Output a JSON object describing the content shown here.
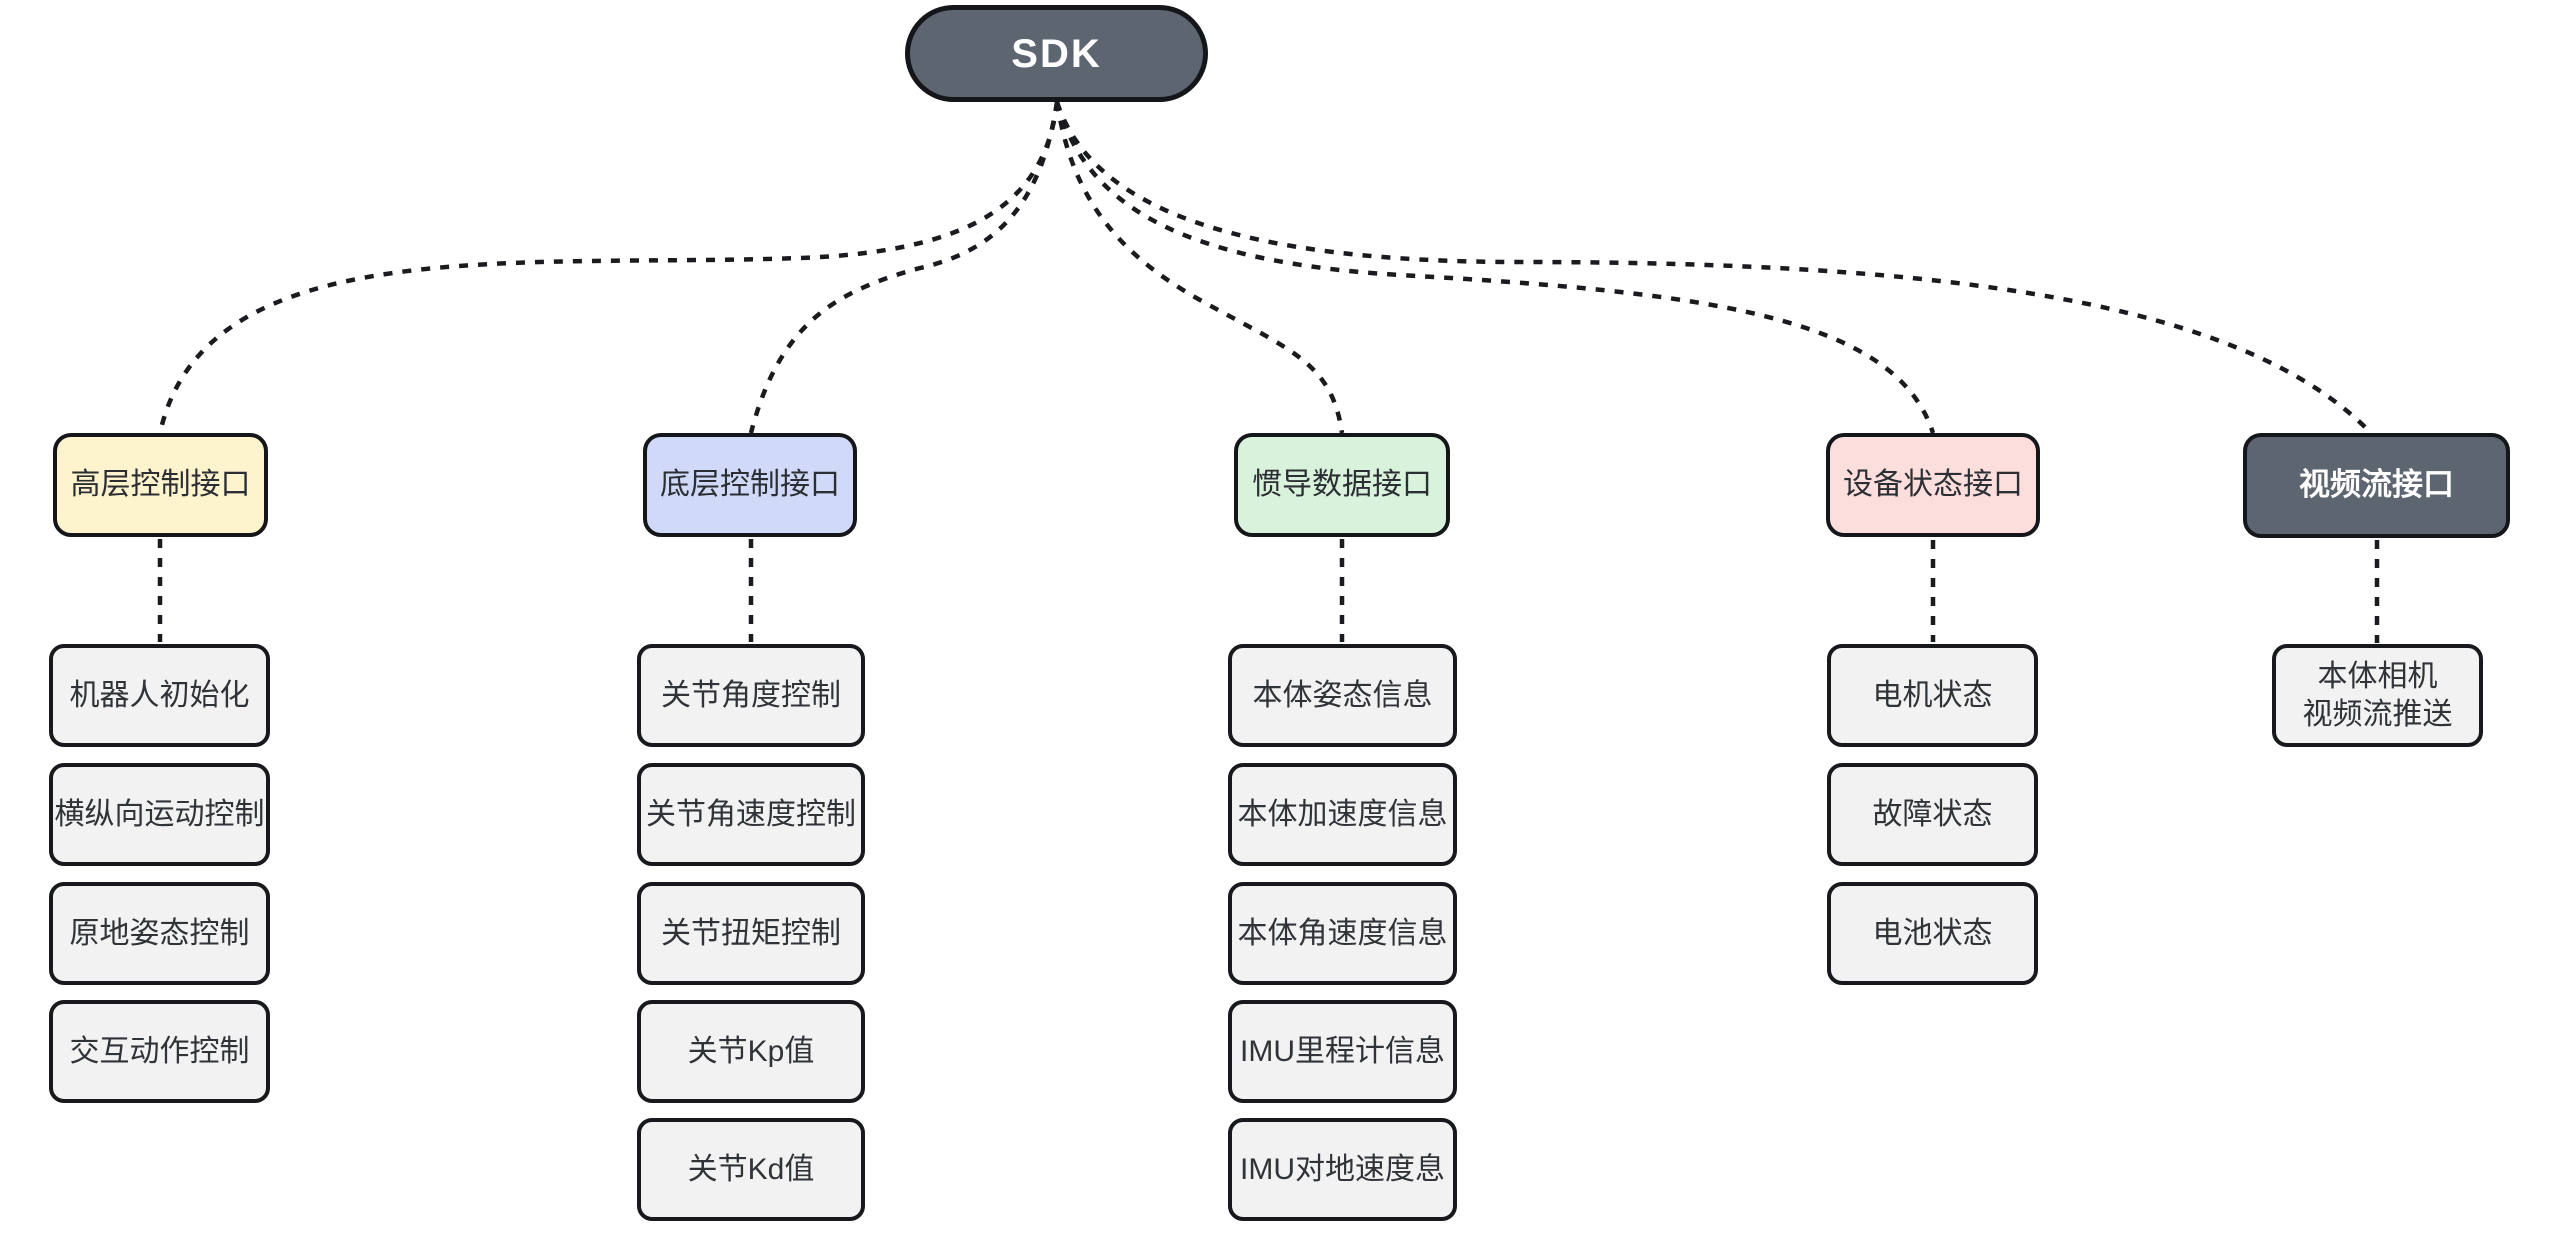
{
  "diagram_title": "SDK interface mind map",
  "root": {
    "label": "SDK"
  },
  "branches": [
    {
      "id": "high-level-control",
      "label": "高层控制接口",
      "fill": "#fdf3cd",
      "children": [
        "机器人初始化",
        "横纵向运动控制",
        "原地姿态控制",
        "交互动作控制"
      ]
    },
    {
      "id": "low-level-control",
      "label": "底层控制接口",
      "fill": "#d0d9f7",
      "children": [
        "关节角度控制",
        "关节角速度控制",
        "关节扭矩控制",
        "关节Kp值",
        "关节Kd值"
      ]
    },
    {
      "id": "imu-data",
      "label": "惯导数据接口",
      "fill": "#d9f2dc",
      "children": [
        "本体姿态信息",
        "本体加速度信息",
        "本体角速度信息",
        "IMU里程计信息",
        "IMU对地速度息"
      ]
    },
    {
      "id": "device-status",
      "label": "设备状态接口",
      "fill": "#fcdedd",
      "children": [
        "电机状态",
        "故障状态",
        "电池状态"
      ]
    },
    {
      "id": "video-stream",
      "label": "视频流接口",
      "fill": "#5d6571",
      "children": [
        "本体相机\n视频流推送"
      ]
    }
  ],
  "colors": {
    "background": "#ffffff",
    "root_fill": "#5d6571",
    "root_text": "#ffffff",
    "edge": "#1a1b1e",
    "child_fill": "#f2f2f2",
    "node_border": "#14161a",
    "node_text": "#2b2e33"
  }
}
